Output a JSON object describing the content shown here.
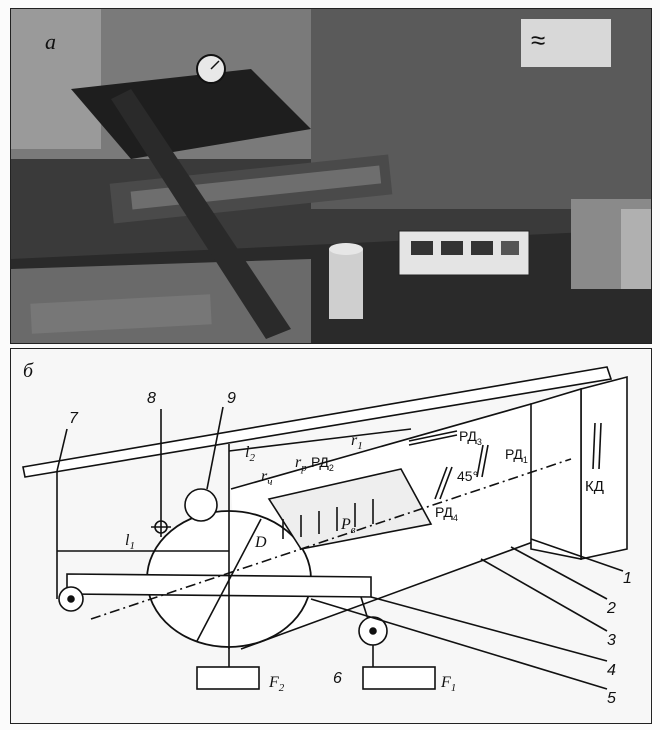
{
  "panel_a": {
    "label": "а"
  },
  "panel_b": {
    "label": "б",
    "callouts": [
      "1",
      "2",
      "3",
      "4",
      "5",
      "6",
      "7",
      "8",
      "9"
    ],
    "symbols": {
      "l1": "l",
      "l1_sub": "1",
      "l2": "l",
      "l2_sub": "2",
      "D": "D",
      "r_ch": "r",
      "r_ch_sub": "ч",
      "r_p": "r",
      "r_p_sub": "р",
      "r_1": "r",
      "r_1_sub": "1",
      "P": "P",
      "P_sub": "в",
      "F1": "F",
      "F1_sub": "1",
      "F2": "F",
      "F2_sub": "2",
      "angle": "45°",
      "rd1": "РД",
      "rd1_sub": "1",
      "rd2": "РД",
      "rd2_sub": "2",
      "rd3": "РД",
      "rd3_sub": "3",
      "rd4": "РД",
      "rd4_sub": "4",
      "kd": "КД"
    }
  }
}
